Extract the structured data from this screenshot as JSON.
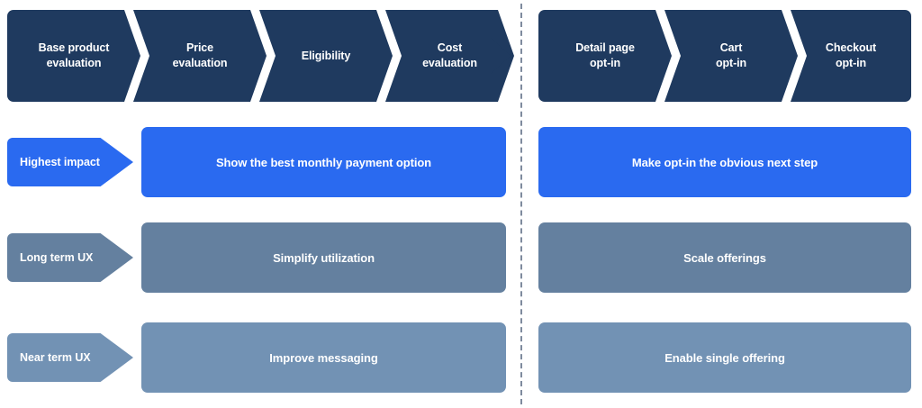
{
  "diagram": {
    "type": "two-phase-process-priority-matrix",
    "colors": {
      "stage_navy": "#1f3a5f",
      "highest_impact_blue": "#2a6af0",
      "long_term_slate": "#64809f",
      "near_term_slate": "#7292b4",
      "divider": "#7f8b9e",
      "text_on_fill": "#ffffff",
      "background": "#ffffff"
    },
    "divider": {
      "style": "dashed",
      "orientation": "vertical"
    }
  },
  "process": {
    "groups": [
      {
        "name": "evaluation-phase",
        "has_trailing_arrow": true,
        "stages": [
          {
            "id": "base-product-evaluation",
            "line1": "Base product",
            "line2": "evaluation"
          },
          {
            "id": "price-evaluation",
            "line1": "Price",
            "line2": "evaluation"
          },
          {
            "id": "eligibility",
            "line1": "Eligibility",
            "line2": ""
          },
          {
            "id": "cost-evaluation",
            "line1": "Cost",
            "line2": "evaluation"
          }
        ]
      },
      {
        "name": "opt-in-phase",
        "has_trailing_arrow": false,
        "stages": [
          {
            "id": "detail-page-opt-in",
            "line1": "Detail page",
            "line2": "opt-in"
          },
          {
            "id": "cart-opt-in",
            "line1": "Cart",
            "line2": "opt-in"
          },
          {
            "id": "checkout-opt-in",
            "line1": "Checkout",
            "line2": "opt-in"
          }
        ]
      }
    ]
  },
  "priorities": [
    {
      "id": "highest-impact",
      "tag_label": "Highest impact",
      "tag_color": "#2a6af0",
      "pill_color": "#2a6af0",
      "left_item": "Show the best monthly payment option",
      "right_item": "Make opt-in the obvious next step"
    },
    {
      "id": "long-term-ux",
      "tag_label": "Long term UX",
      "tag_color": "#64809f",
      "pill_color": "#64809f",
      "left_item": "Simplify utilization",
      "right_item": "Scale offerings"
    },
    {
      "id": "near-term-ux",
      "tag_label": "Near term UX",
      "tag_color": "#7292b4",
      "pill_color": "#7292b4",
      "left_item": "Improve messaging",
      "right_item": "Enable single offering"
    }
  ]
}
